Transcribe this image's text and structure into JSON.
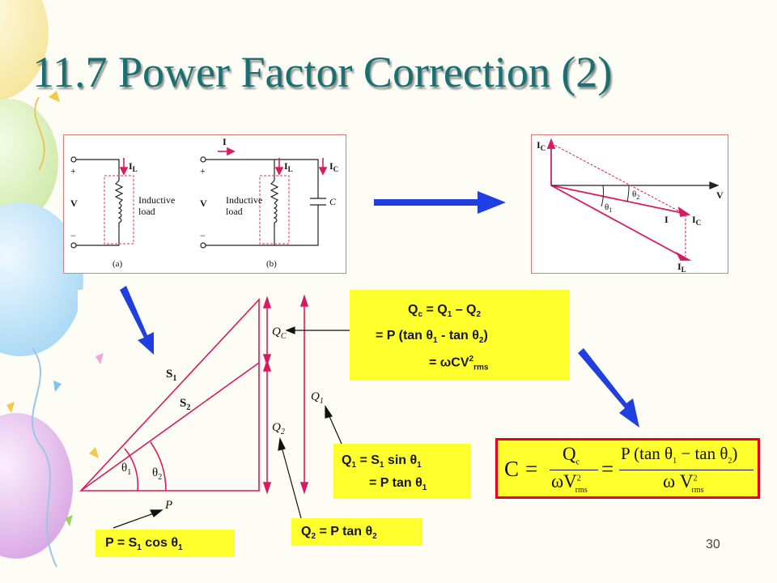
{
  "slide": {
    "title": "11.7 Power Factor Correction (2)",
    "page_number": "30",
    "colors": {
      "title": "#1a6f72",
      "box_fill": "#ffff2e",
      "formula_border": "#e8001c",
      "arrow_blue": "#1f3fe0",
      "diagram_red": "#d81b60"
    }
  },
  "circuit_figure": {
    "terminal_plus": "+",
    "terminal_minus": "−",
    "voltage": "V",
    "load_current": "I",
    "load_current_sub": "L",
    "source_current": "I",
    "cap_current": "I",
    "cap_current_sub": "C",
    "load_label_1": "Inductive",
    "load_label_2": "load",
    "capacitor": "C",
    "label_a": "(a)",
    "label_b": "(b)"
  },
  "phasor_figure": {
    "ic": "I",
    "ic_sub": "C",
    "v": "V",
    "theta": "θ",
    "sub_1": "1",
    "sub_2": "2",
    "i": "I",
    "il": "I",
    "il_sub": "L"
  },
  "triangle": {
    "s1": "S",
    "s2": "S",
    "sub_1": "1",
    "sub_2": "2",
    "theta": "θ",
    "p": "P",
    "q": "Q",
    "qc_sub": "C"
  },
  "qc_box": {
    "line1": {
      "a": "Q",
      "a_sub": "c",
      "b": " = Q",
      "b_sub": "1",
      "c": " – Q",
      "c_sub": "2"
    },
    "line2": {
      "a": "= P (tan θ",
      "a_sub": "1",
      "b": " - tan θ",
      "b_sub": "2",
      "c": ")"
    },
    "line3": {
      "a": "= ωCV",
      "a_sup": "2",
      "a_sub": "rms"
    }
  },
  "q1_box": {
    "line1": {
      "a": "Q",
      "a_sub": "1",
      "b": " = S",
      "b_sub": "1",
      "c": " sin θ",
      "c_sub": "1"
    },
    "line2": {
      "a": "= P tan θ",
      "a_sub": "1"
    }
  },
  "q2_box": {
    "a": "Q",
    "a_sub": "2",
    "b": " = P tan θ",
    "b_sub": "2"
  },
  "p_box": {
    "a": "P = S",
    "a_sub": "1",
    "b": " cos θ",
    "b_sub": "1"
  },
  "formula": {
    "lhs": "C",
    "eq": "=",
    "num1": {
      "a": "Q",
      "a_sub": "c"
    },
    "den1": {
      "a": "ωV",
      "a_sup": "2",
      "a_sub": "rms"
    },
    "num2": {
      "a": "P (tan θ",
      "a_sub": "1",
      "b": " − tan θ",
      "b_sub": "2",
      "c": ")"
    },
    "den2": {
      "a": "ω V",
      "a_sup": "2",
      "a_sub": "rms"
    }
  }
}
